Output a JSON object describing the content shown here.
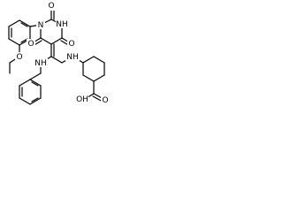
{
  "molecule": {
    "labels": {
      "o_ethoxy": "O",
      "o_c2": "O",
      "nh_ring": "NH",
      "o_c4": "O",
      "o_c6": "O",
      "n_ring": "N",
      "nh_aniline": "NH",
      "nh_amine": "NH",
      "acid_oh": "OH",
      "acid_o": "O"
    },
    "colors": {
      "bond": "#000000",
      "text": "#000000",
      "background": "#ffffff"
    }
  }
}
